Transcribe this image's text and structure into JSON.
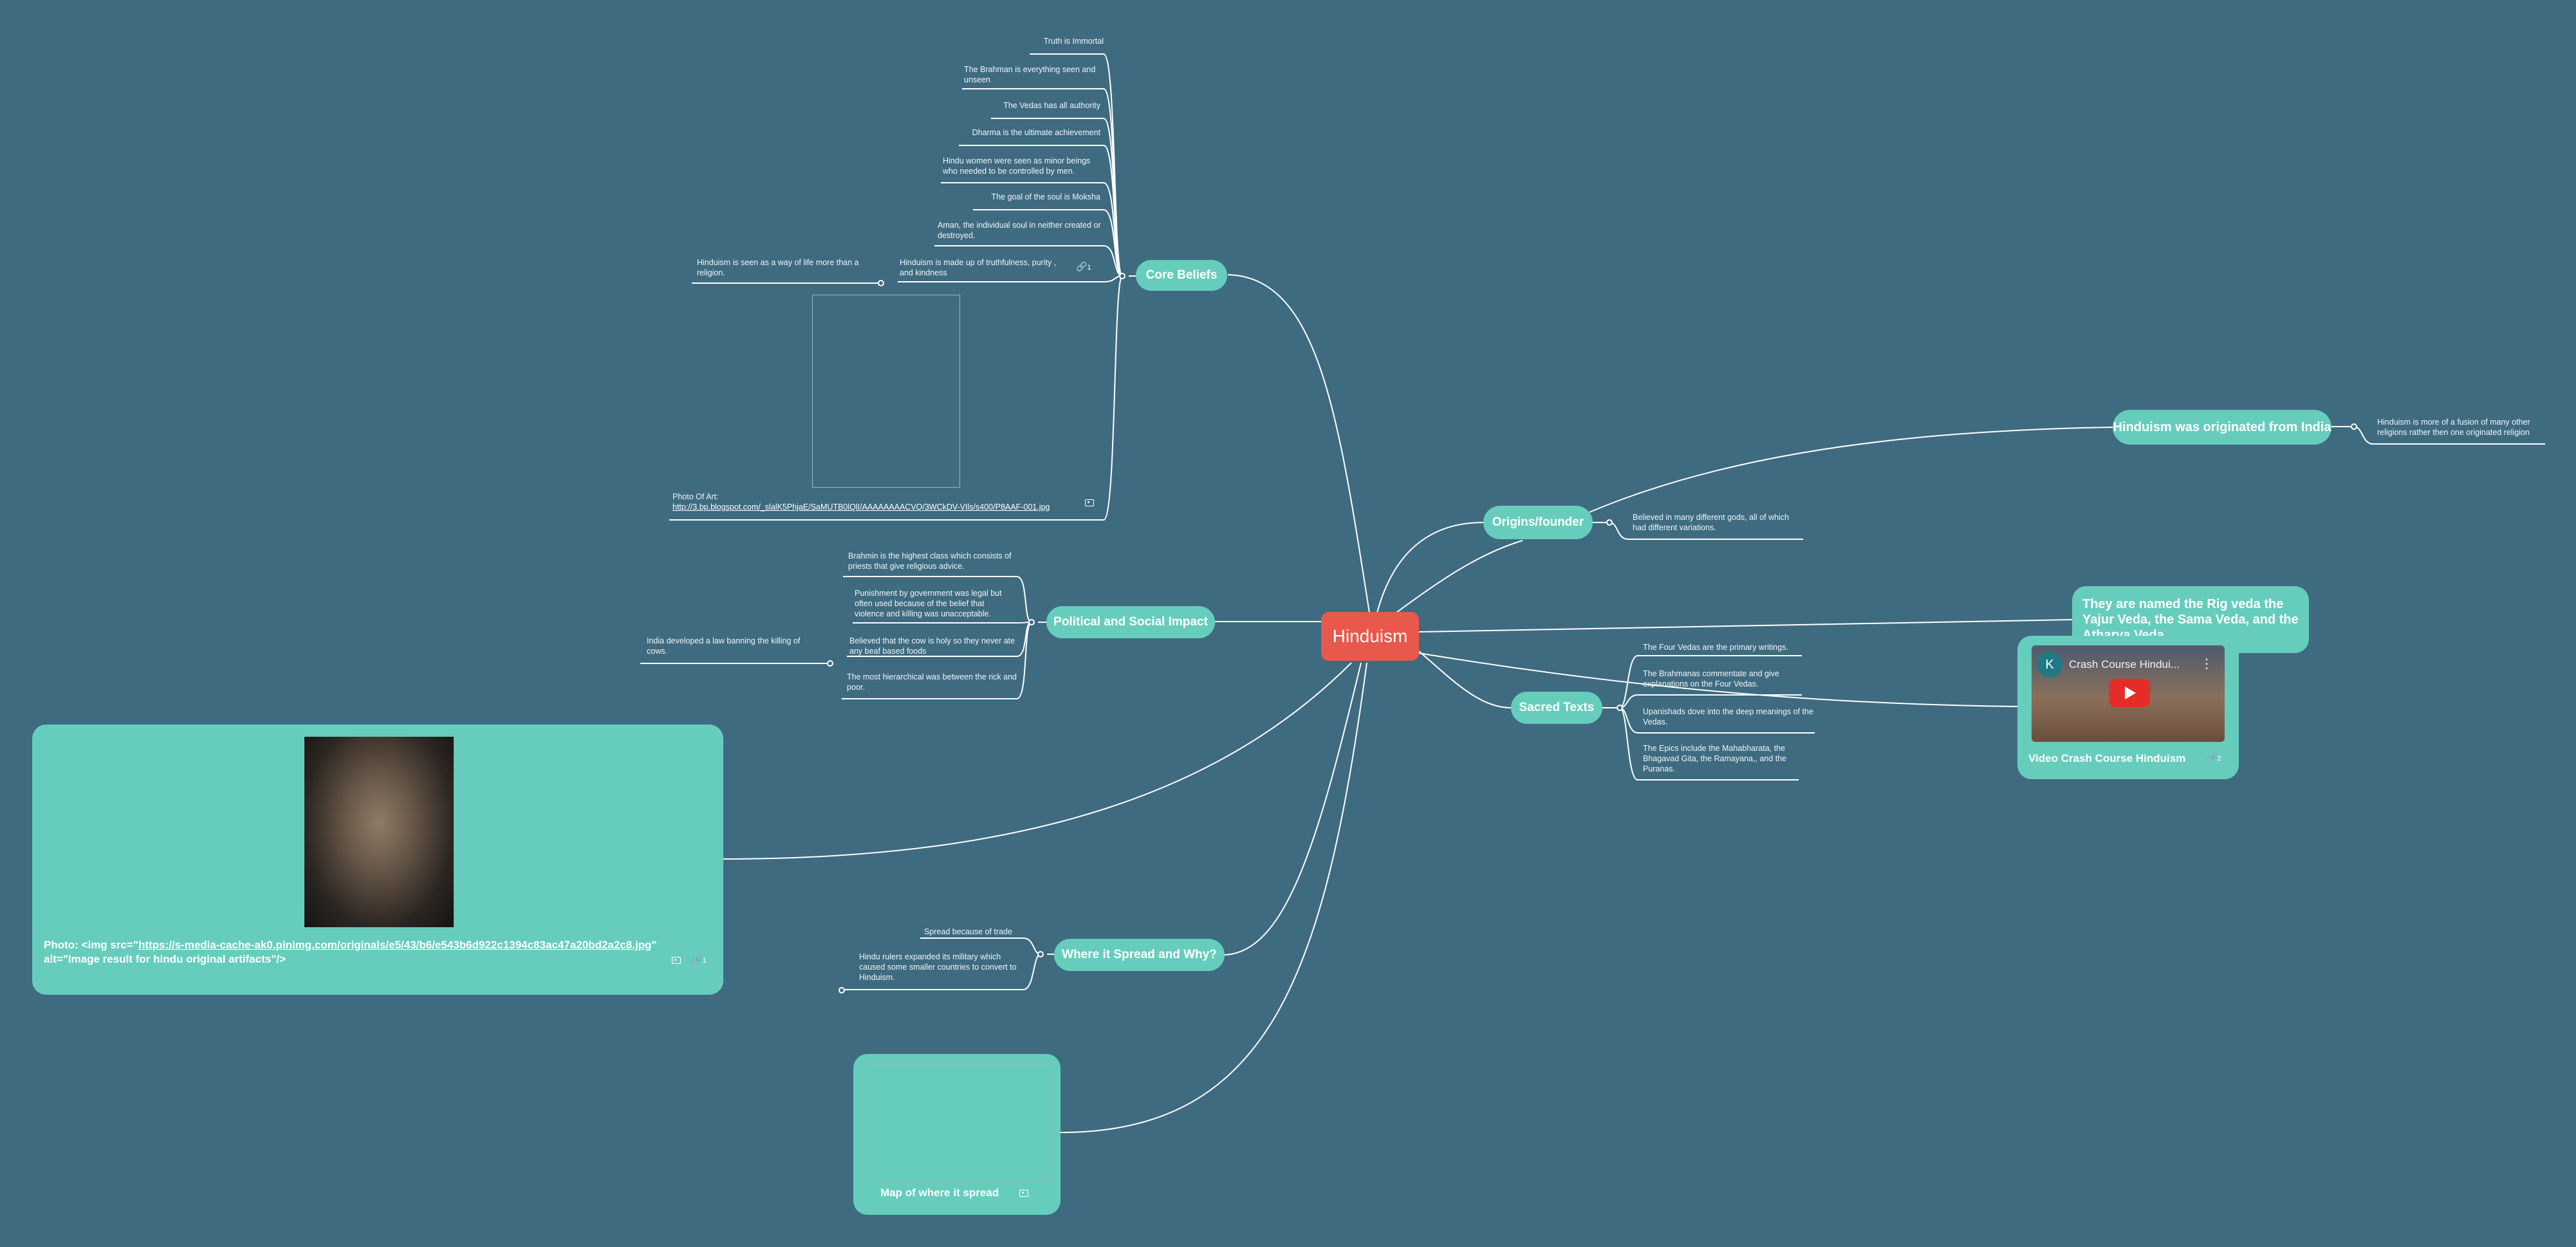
{
  "central": "Hinduism",
  "branches": {
    "core_beliefs": {
      "label": "Core Beliefs",
      "leaves": [
        "Truth is Immortal",
        "The Brahman is everything seen and unseen",
        "The Vedas has all authority",
        "Dharma is the ultimate achievement",
        "Hindu women were seen as minor beings who needed to be controlled by men.",
        "The goal of the soul is Moksha",
        "Aman, the individual soul in neither created or destroyed.",
        "Hinduism is made up of truthfulness, purity , and kindness"
      ],
      "sub_leaf": "Hinduism is seen as a way of life more than a religion.",
      "link_count": "1",
      "photo_caption": "Photo Of Art:",
      "photo_url": "http://3.bp.blogspot.com/_slalK5PhjaE/SaMUTB0lQlI/AAAAAAAACVQ/3WCkDV-VIls/s400/P8AAF-001.jpg"
    },
    "political": {
      "label": "Political and Social Impact",
      "leaves": [
        "Brahmin is the highest class which consists of priests that give religious advice.",
        "Punishment by government was legal but often used because of the belief that violence and killing was unacceptable.",
        "Believed that the cow is holy so they never ate any beaf based foods",
        "The most hierarchical was between the rick and poor."
      ],
      "sub_leaf": "India developed a law banning the killing of cows."
    },
    "photo_card": {
      "caption_prefix": "Photo: <img src=\"",
      "url": "https://s-media-cache-ak0.pinimg.com/originals/e5/43/b6/e543b6d922c1394c83ac47a20bd2a2c8.jpg",
      "caption_suffix": "\" alt=\"Image result for hindu original artifacts\"/>",
      "link_count": "1"
    },
    "spread": {
      "label": "Where it Spread and Why?",
      "leaves": [
        "Spread because of trade",
        "Hindu rulers expanded its military which caused some smaller countries to convert to Hinduism."
      ]
    },
    "map_card": {
      "label": "Map of where it spread"
    },
    "origins": {
      "label": "Origins/founder",
      "leaves": [
        "Believed in many different gods, all of which had different variations."
      ]
    },
    "originated": {
      "label": "Hinduism was originated from India",
      "leaves": [
        "Hinduism is more of a fusion of many other religions rather then one originated religion"
      ]
    },
    "vedas_named": {
      "label": "They are named the Rig veda the Yajur Veda, the Sama Veda, and the Atharva Veda."
    },
    "sacred": {
      "label": "Sacred Texts",
      "leaves": [
        "The Four Vedas are the primary writings.",
        "The Brahmanas commentate and give explanations on the Four Vedas.",
        "Upanishads dove into the deep meanings of the Vedas.",
        "The Epics include the Mahabharata, the Bhagavad Gita, the Ramayana,, and the Puranas."
      ]
    },
    "video_card": {
      "label": "Video Crash Course Hinduism",
      "video_title": "Crash Course Hindui...",
      "channel_letter": "K",
      "link_count": "2"
    }
  },
  "colors": {
    "background": "#3f6b80",
    "node": "#66cdbd",
    "central": "#e8584c",
    "line": "#ffffff"
  },
  "icons": [
    "link-icon",
    "image-icon",
    "play-icon"
  ]
}
